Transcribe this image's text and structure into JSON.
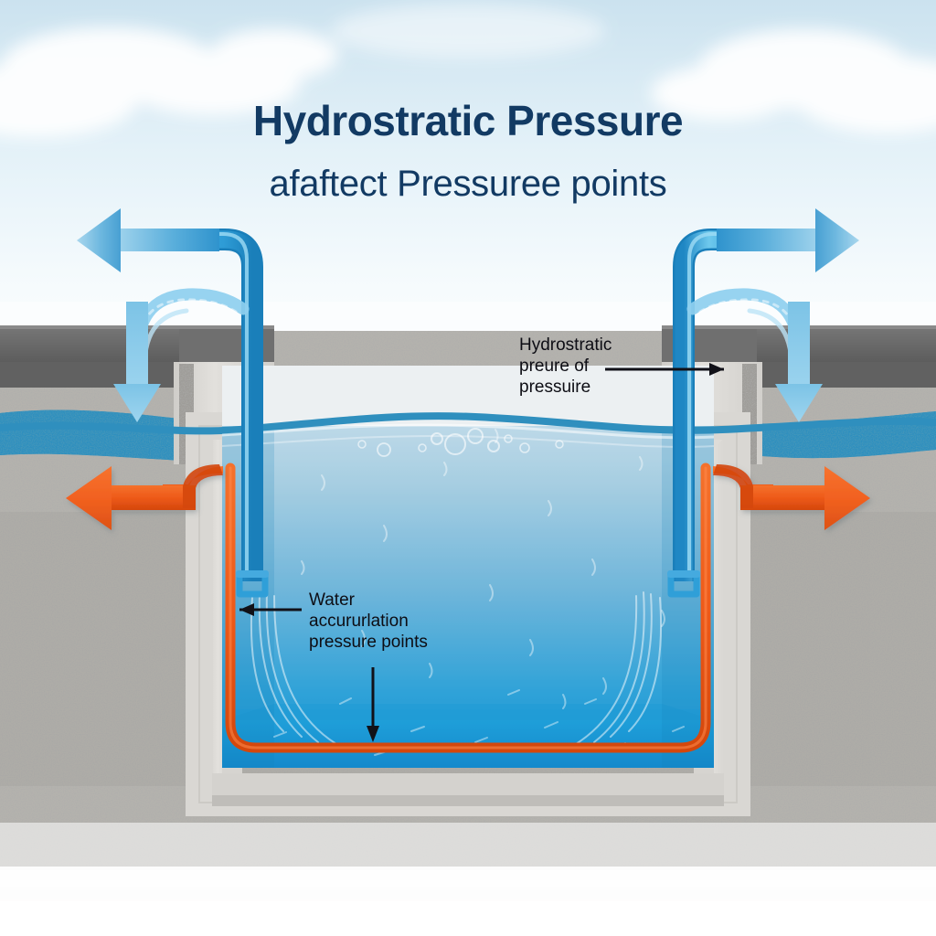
{
  "title": {
    "main": "Hydrostratic Pressure",
    "sub": "afaftect Pressuree points"
  },
  "annotations": {
    "top_right": "Hydrostratic\npreure of\npressuire",
    "bottom_left": "Water\naccururlation\npressure points"
  },
  "colors": {
    "title_navy": "#123a63",
    "sky_top": "#cfe4f0",
    "sky_bottom": "#f4fafd",
    "slab_dark_gray": "#6b6b6b",
    "gravel_gray": "#b5b3ae",
    "concrete_wall": "#d9d7d3",
    "pipe_blue": "#2f9fd8",
    "pipe_blue_light": "#7fd0ee",
    "arrow_blue_light": "#88c8e8",
    "arrow_blue_dark": "#3a96cc",
    "orange": "#ee5a19",
    "orange_dark": "#d4470c",
    "water_top": "#c3dbe8",
    "water_deep": "#1f9ad6",
    "water_table_blue": "#2b8fc0",
    "annotation_black": "#0d0d14"
  },
  "elements": {
    "sky": "sky-background",
    "clouds": "cloud-shapes",
    "ground_slab": "ground-slab",
    "gravel_soil": "gravel-soil",
    "water_table": "groundwater-table-band",
    "basement_structure": "basement-concrete-structure",
    "tank_water": "tank-water-body",
    "water_surface": "water-surface-wave-line",
    "left_pipe": "left-discharge-pipe",
    "right_pipe": "right-discharge-pipe",
    "left_blue_arrow": "left-blue-flow-arrow",
    "right_blue_arrow": "right-blue-flow-arrow",
    "left_orange_arrow": "left-orange-pressure-arrow",
    "right_orange_arrow": "right-orange-pressure-arrow",
    "left_down_arrow": "left-downward-infiltration-arrow",
    "right_down_arrow": "right-downward-infiltration-arrow",
    "left_spray": "left-water-spray-arc",
    "right_spray": "right-water-spray-arc",
    "orange_perimeter": "orange-pressure-perimeter-line",
    "bubbles": "water-bubbles",
    "droplets": "suspended-droplet-marks"
  }
}
